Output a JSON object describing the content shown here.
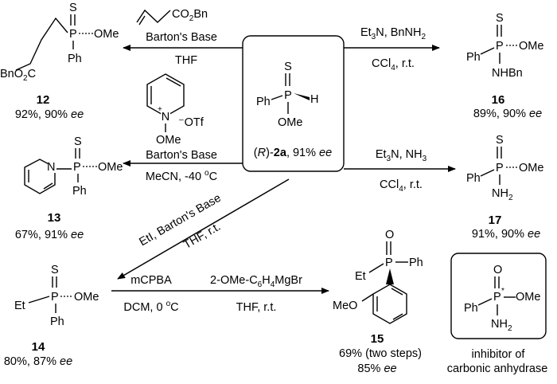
{
  "center": {
    "compound_label": "2a",
    "prefix": "(R)-",
    "yield_text": ", 91% ee",
    "atoms": {
      "s": "S",
      "p": "P",
      "h": "H",
      "ph": "Ph",
      "ome": "OMe"
    }
  },
  "reactions": {
    "r12": {
      "reagent_top": "CO2Bn",
      "reagent_mid": "Barton's Base",
      "reagent_bottom": "THF"
    },
    "r13": {
      "reagent_mid": "Barton's Base",
      "reagent_bottom": "MeCN, -40 °C",
      "pyridinium_otf": "OTf",
      "pyridinium_ome": "OMe"
    },
    "r14": {
      "line1": "EtI, Barton's Base",
      "line2": "THF, r.t."
    },
    "r16": {
      "top": "Et3N, BnNH2",
      "bottom": "CCl4, r.t."
    },
    "r17": {
      "top": "Et3N, NH3",
      "bottom": "CCl4, r.t."
    },
    "r15a": {
      "top": "mCPBA",
      "bottom": "DCM, 0 °C"
    },
    "r15b": {
      "top": "2-OMe-C6H4MgBr",
      "bottom": "THF, r.t."
    }
  },
  "compounds": {
    "c12": {
      "label": "12",
      "yield": "92%, 90% ee",
      "groups": [
        "S",
        "P",
        "OMe",
        "Ph",
        "BnO2C"
      ]
    },
    "c13": {
      "label": "13",
      "yield": "67%, 91% ee",
      "groups": [
        "S",
        "P",
        "OMe",
        "Ph",
        "N"
      ]
    },
    "c14": {
      "label": "14",
      "yield": "80%, 87% ee",
      "groups": [
        "S",
        "P",
        "Et",
        "OMe",
        "Ph"
      ]
    },
    "c15": {
      "label": "15",
      "yield_line1": "69% (two steps)",
      "yield_line2": "85% ee",
      "groups": [
        "O",
        "P",
        "Et",
        "Ph",
        "MeO"
      ]
    },
    "c16": {
      "label": "16",
      "yield": "89%, 90% ee",
      "groups": [
        "S",
        "P",
        "Ph",
        "OMe",
        "NHBn"
      ]
    },
    "c17": {
      "label": "17",
      "yield": "91%, 90% ee",
      "groups": [
        "S",
        "P",
        "Ph",
        "OMe",
        "NH2"
      ]
    },
    "inhibitor": {
      "caption_line1": "inhibitor of",
      "caption_line2": "carbonic anhydrase",
      "groups": [
        "O",
        "P*",
        "Ph",
        "OMe",
        "NH2"
      ]
    }
  }
}
